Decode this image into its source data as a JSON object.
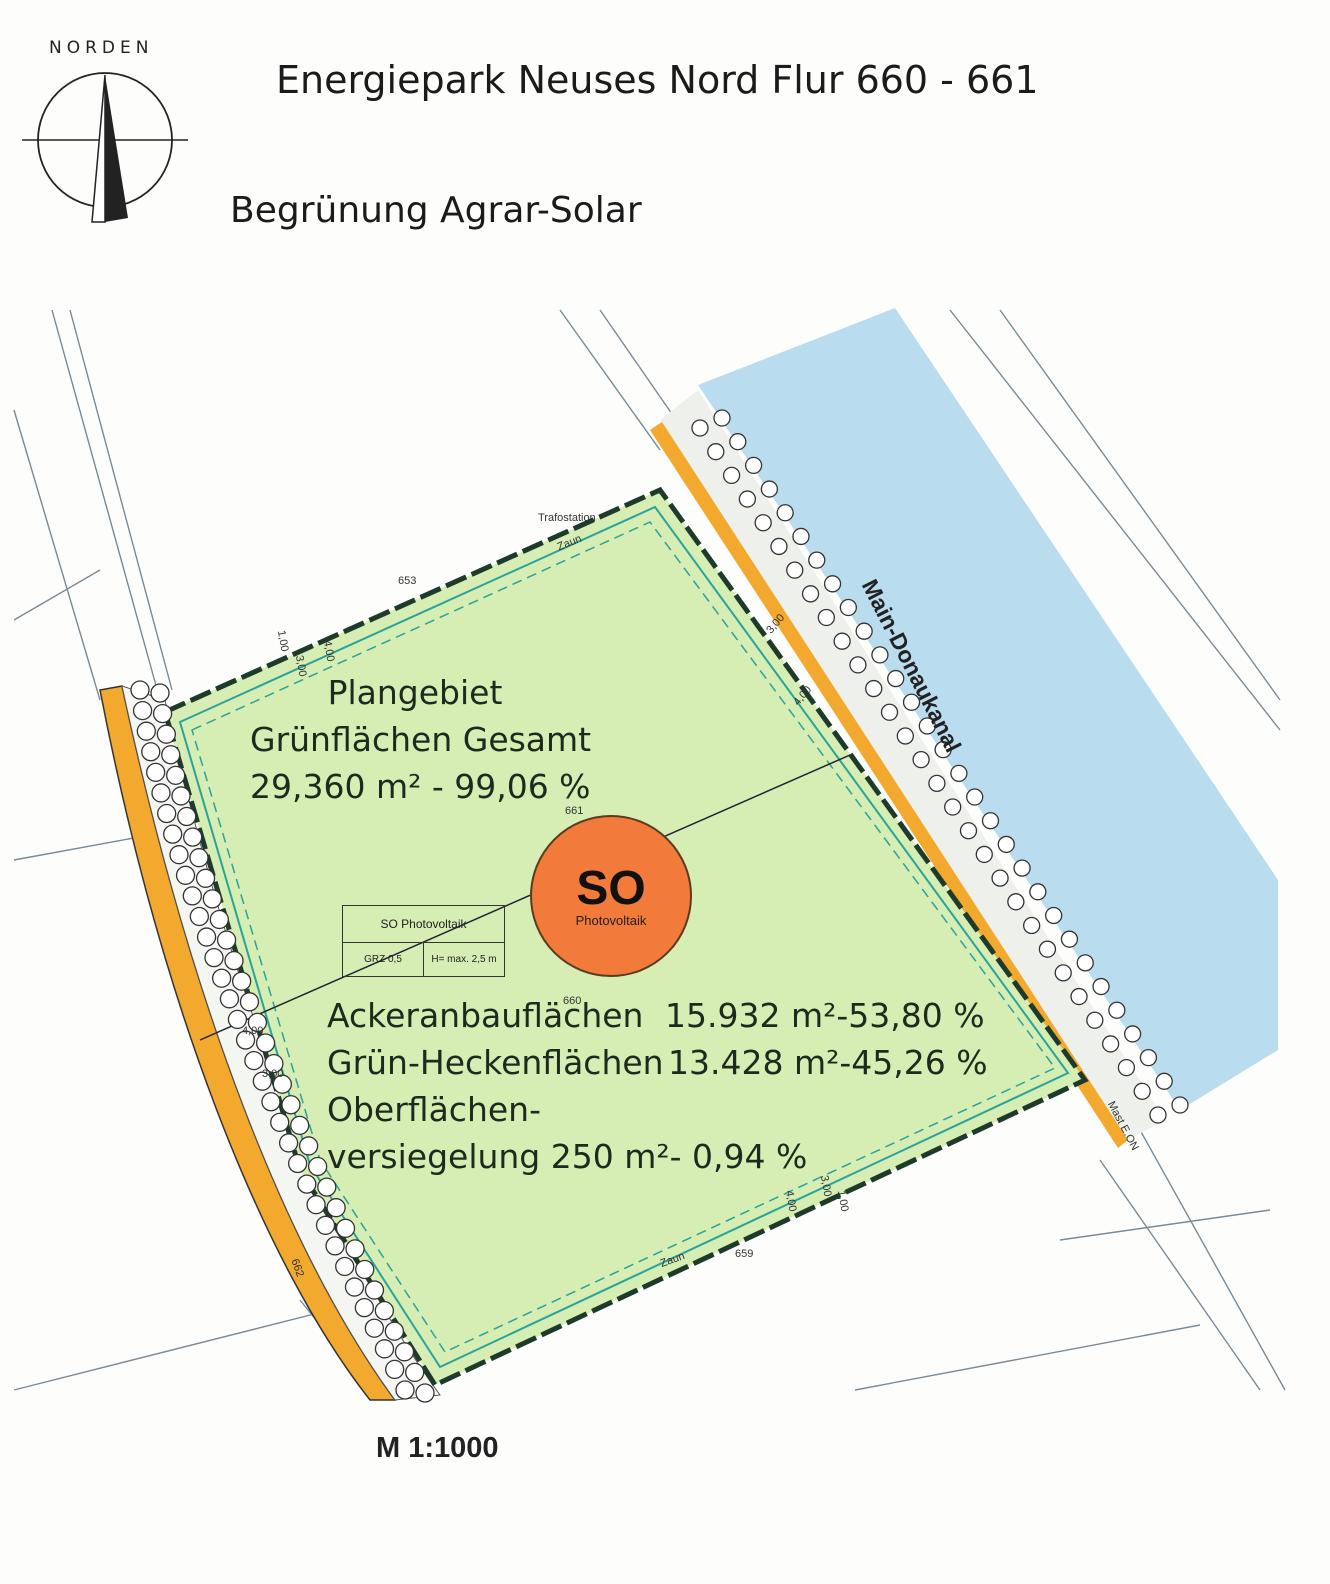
{
  "header": {
    "compass_label": "NORDEN",
    "title": "Energiepark Neuses Nord Flur 660 - 661",
    "subtitle": "Begrünung Agrar-Solar"
  },
  "plan": {
    "area_title_1": "Plangebiet",
    "area_title_2": "Grünflächen Gesamt",
    "area_total": "29,360 m² - 99,06 %",
    "stats": [
      {
        "label": "Ackeranbauflächen",
        "value": "15.932 m²-53,80 %"
      },
      {
        "label": "Grün-Heckenflächen",
        "value": "13.428 m²-45,26 %"
      }
    ],
    "sealing_line_1": "Oberflächen-",
    "sealing_line_2": "versiegelung 250 m²- 0,94 %",
    "canal_label": "Main-Donaukanal",
    "so_badge": {
      "abbr": "SO",
      "label": "Photovoltaik"
    },
    "so_table": {
      "title": "SO Photovoltaik",
      "grz": "GRZ 0,5",
      "height": "H= max. 2,5 m"
    },
    "parcels": {
      "p653": "653",
      "p661": "661",
      "p660": "660",
      "p659": "659",
      "p662": "662"
    },
    "dims": {
      "d100": "1,00",
      "d300": "3,00",
      "d400": "4,00"
    },
    "misc": {
      "trafo": "Trafostation",
      "zaun": "Zaun",
      "mast": "Mast E.ON"
    }
  },
  "footer": {
    "scale": "M 1:1000"
  },
  "colors": {
    "field_green": "#d6edb4",
    "canal_blue": "#b9dcee",
    "road_orange": "#f2a92e",
    "so_orange": "#f27a3a",
    "hedge_teal": "#2aa39a"
  }
}
